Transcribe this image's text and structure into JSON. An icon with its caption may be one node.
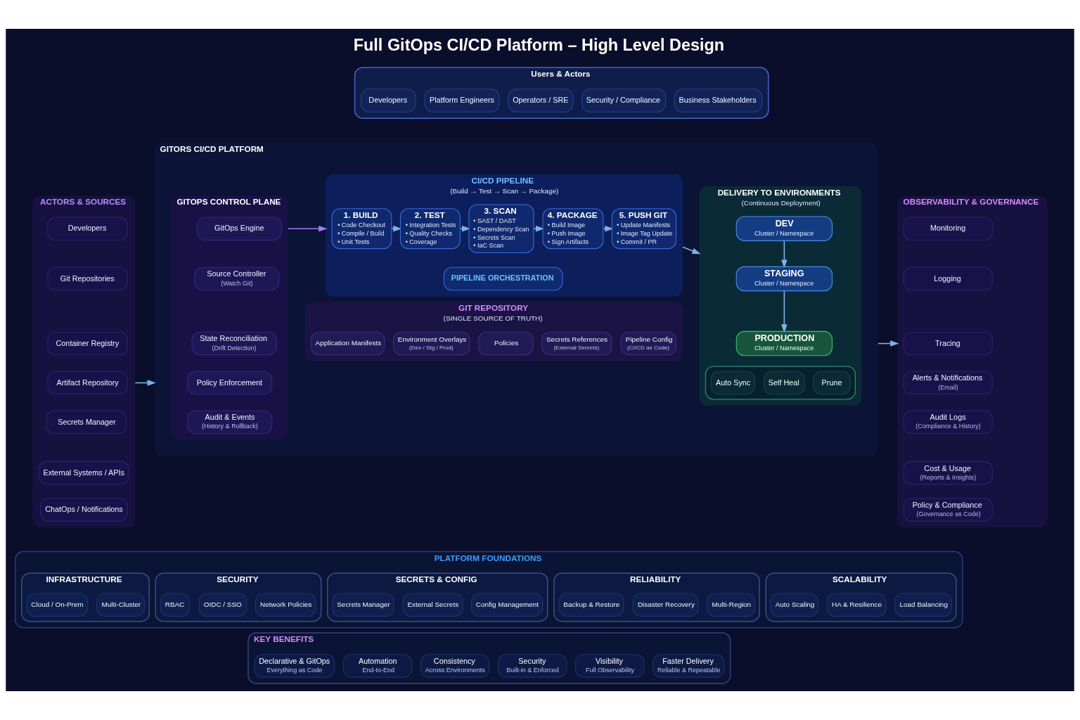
{
  "diagram": {
    "title": "Full GitOps CI/CD Platform – High Level Design",
    "nodes": [
      {
        "text": [
          "ACTORS & SOURCES"
        ]
      },
      {
        "text": [
          "Developers"
        ],
        "in": 0
      },
      {
        "text": [
          "Git Repositories"
        ],
        "in": 0
      },
      {
        "text": [
          "Container Registry"
        ],
        "in": 0
      },
      {
        "text": [
          "Artifact Repository"
        ],
        "in": 0
      },
      {
        "text": [
          "Secrets Manager"
        ],
        "in": 0
      },
      {
        "text": [
          "External Systems / APIs"
        ],
        "in": 0
      },
      {
        "text": [
          "ChatOps / Notifications"
        ],
        "in": 0
      },
      {
        "text": [
          "Users & Actors"
        ]
      },
      {
        "text": [
          "Developers"
        ],
        "in": 8
      },
      {
        "text": [
          "Platform Engineers"
        ],
        "in": 8
      },
      {
        "text": [
          "Operators / SRE"
        ],
        "in": 8
      },
      {
        "text": [
          "Security / Compliance"
        ],
        "in": 8
      },
      {
        "text": [
          "Business Stakeholders"
        ],
        "in": 8
      },
      {
        "text": [
          "GITORS CI/CD PLATFORM"
        ]
      },
      {
        "text": [
          "GITOPS CONTROL PLANE"
        ],
        "in": 14
      },
      {
        "text": [
          "GitOps Engine"
        ],
        "in": 15
      },
      {
        "text": [
          "Source Controller",
          "(Watch Git)"
        ],
        "in": 15
      },
      {
        "text": [
          "State Reconciliation",
          "(Drift Detection)"
        ],
        "in": 15
      },
      {
        "text": [
          "Policy Enforcement"
        ],
        "in": 15
      },
      {
        "text": [
          "Audit & Events",
          "(History & Rollback)"
        ],
        "in": 15
      },
      {
        "text": [
          "CI/CD PIPELINE",
          "(Build → Test → Scan → Package)"
        ],
        "in": 14
      },
      {
        "text": [
          "1. BUILD",
          "• Code Checkout",
          "• Compile / Build",
          "• Unit Tests"
        ],
        "in": 21
      },
      {
        "text": [
          "2. TEST",
          "• Integration Tests",
          "• Quality Checks",
          "• Coverage"
        ],
        "in": 21
      },
      {
        "text": [
          "3. SCAN",
          "• SAST / DAST",
          "• Dependency Scan",
          "• Secrets Scan",
          "• IaC Scan"
        ],
        "in": 21
      },
      {
        "text": [
          "4. PACKAGE",
          "• Build Image",
          "• Push Image",
          "• Sign Artifacts"
        ],
        "in": 21
      },
      {
        "text": [
          "5. PUSH GIT",
          "• Update Manifests",
          "• Image Tag Update",
          "• Commit / PR"
        ],
        "in": 21
      },
      {
        "text": [
          "PIPELINE ORCHESTRATION"
        ],
        "in": 21
      },
      {
        "text": [
          "DELIVERY TO ENVIRONMENTS",
          "(Continuous Deployment)"
        ],
        "in": 14
      },
      {
        "text": [
          "DEV",
          "Cluster / Namespace"
        ],
        "in": 28
      },
      {
        "text": [
          "STAGING",
          "Cluster / Namespace"
        ],
        "in": 28
      },
      {
        "text": [
          "PRODUCTION",
          "Cluster / Namespace"
        ],
        "in": 28
      },
      {
        "text": [],
        "shape": "box",
        "in": 28
      },
      {
        "text": [
          "Auto Sync"
        ],
        "in": 32
      },
      {
        "text": [
          "Self Heal"
        ],
        "in": 32
      },
      {
        "text": [
          "Prune"
        ],
        "in": 32
      },
      {
        "text": [
          "GIT REPOSITORY",
          "(SINGLE SOURCE OF TRUTH)"
        ],
        "in": 14
      },
      {
        "text": [
          "Application Manifests"
        ],
        "in": 36
      },
      {
        "text": [
          "Environment Overlays",
          "(Dev / Stg / Prod)"
        ],
        "in": 36
      },
      {
        "text": [
          "Policies"
        ],
        "in": 36
      },
      {
        "text": [
          "Secrets References",
          "(External Secrets)"
        ],
        "in": 36
      },
      {
        "text": [
          "Pipeline Config",
          "(CI/CD as Code)"
        ],
        "in": 36
      },
      {
        "text": [
          "OBSERVABILITY & GOVERNANCE"
        ]
      },
      {
        "text": [
          "Monitoring"
        ],
        "in": 42
      },
      {
        "text": [
          "Logging"
        ],
        "in": 42
      },
      {
        "text": [
          "Tracing"
        ],
        "in": 42
      },
      {
        "text": [
          "Alerts & Notifications",
          "(Email)"
        ],
        "in": 42
      },
      {
        "text": [
          "Audit Logs",
          "(Compliance & History)"
        ],
        "in": 42
      },
      {
        "text": [
          "Cost & Usage",
          "(Reports & Insights)"
        ],
        "in": 42
      },
      {
        "text": [
          "Policy & Compliance",
          "(Governance as Code)"
        ],
        "in": 42
      },
      {
        "text": [
          "PLATFORM FOUNDATIONS"
        ]
      },
      {
        "text": [
          "INFRASTRUCTURE"
        ],
        "in": 50
      },
      {
        "text": [
          "Cloud / On-Prem"
        ],
        "in": 51
      },
      {
        "text": [
          "Multi-Cluster"
        ],
        "in": 51
      },
      {
        "text": [
          "SECURITY"
        ],
        "in": 50
      },
      {
        "text": [
          "RBAC"
        ],
        "in": 54
      },
      {
        "text": [
          "OIDC / SSO"
        ],
        "in": 54
      },
      {
        "text": [
          "Network Policies"
        ],
        "in": 54
      },
      {
        "text": [
          "SECRETS & CONFIG"
        ],
        "in": 50
      },
      {
        "text": [
          "Secrets Manager"
        ],
        "in": 58
      },
      {
        "text": [
          "External Secrets"
        ],
        "in": 58
      },
      {
        "text": [
          "Config Management"
        ],
        "in": 58
      },
      {
        "text": [
          "RELIABILITY"
        ],
        "in": 50
      },
      {
        "text": [
          "Backup & Restore"
        ],
        "in": 62
      },
      {
        "text": [
          "Disaster Recovery"
        ],
        "in": 62
      },
      {
        "text": [
          "Multi-Region"
        ],
        "in": 62
      },
      {
        "text": [
          "SCALABILITY"
        ],
        "in": 50
      },
      {
        "text": [
          "Auto Scaling"
        ],
        "in": 66
      },
      {
        "text": [
          "HA & Resilience"
        ],
        "in": 66
      },
      {
        "text": [
          "Load Balancing"
        ],
        "in": 66
      },
      {
        "text": [
          "KEY BENEFITS"
        ]
      },
      {
        "text": [
          "Declarative & GitOps",
          "Everything as Code"
        ],
        "in": 70
      },
      {
        "text": [
          "Automation",
          "End-to-End"
        ],
        "in": 70
      },
      {
        "text": [
          "Consistency",
          "Across Environments"
        ],
        "in": 70
      },
      {
        "text": [
          "Security",
          "Built-in & Enforced"
        ],
        "in": 70
      },
      {
        "text": [
          "Visibility",
          "Full Observability"
        ],
        "in": 70
      },
      {
        "text": [
          "Faster Delivery",
          "Reliable & Repeatable"
        ],
        "in": 70
      }
    ],
    "edges": [
      {
        "from": 0,
        "to": 14,
        "arrow": "to"
      },
      {
        "from": 15,
        "to": 21,
        "arrow": "to",
        "color": "#a77bf0"
      },
      {
        "from": 22,
        "to": 23,
        "arrow": "to"
      },
      {
        "from": 23,
        "to": 24,
        "arrow": "to"
      },
      {
        "from": 24,
        "to": 25,
        "arrow": "to"
      },
      {
        "from": 25,
        "to": 26,
        "arrow": "to"
      },
      {
        "from": 21,
        "to": 28,
        "arrow": "to"
      },
      {
        "from": 29,
        "to": 30,
        "arrow": "to"
      },
      {
        "from": 30,
        "to": 31,
        "arrow": "to"
      },
      {
        "from": 14,
        "to": 42,
        "arrow": "to"
      }
    ]
  }
}
